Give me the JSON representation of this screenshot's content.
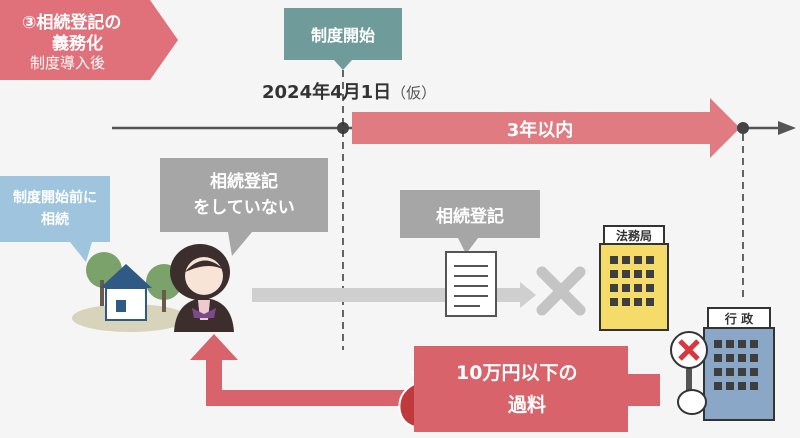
{
  "title": {
    "line1": "③相続登記の",
    "line2": "義務化",
    "line3": "制度導入後"
  },
  "timeline": {
    "start_label": "制度開始",
    "date": "2024年4月1日",
    "date_note": "（仮）",
    "period_label": "3年以内"
  },
  "bubbles": {
    "inherited_before_line1": "制度開始前に",
    "inherited_before_line2": "相続",
    "not_registered_line1": "相続登記",
    "not_registered_line2": "をしていない",
    "registration": "相続登記"
  },
  "buildings": {
    "legal_office": "法務局",
    "government": "行 政"
  },
  "fine": {
    "line1": "10万円以下の",
    "line2": "過料",
    "currency_symbol": "¥"
  },
  "colors": {
    "title_tag": "#e0707a",
    "start_box": "#6f9c9a",
    "period_arrow": "#e07b82",
    "fine_arrow": "#d9636b",
    "bubble_blue": "#9ec5dd",
    "bubble_gray": "#a6a6a6",
    "building_yellow": "#f5dc6a",
    "building_blue": "#8aa7c7"
  },
  "icons": [
    "house-icon",
    "person-icon",
    "document-icon",
    "cross-icon",
    "legal-office-building-icon",
    "government-building-icon",
    "money-bag-icon",
    "prohibition-sign-icon"
  ]
}
